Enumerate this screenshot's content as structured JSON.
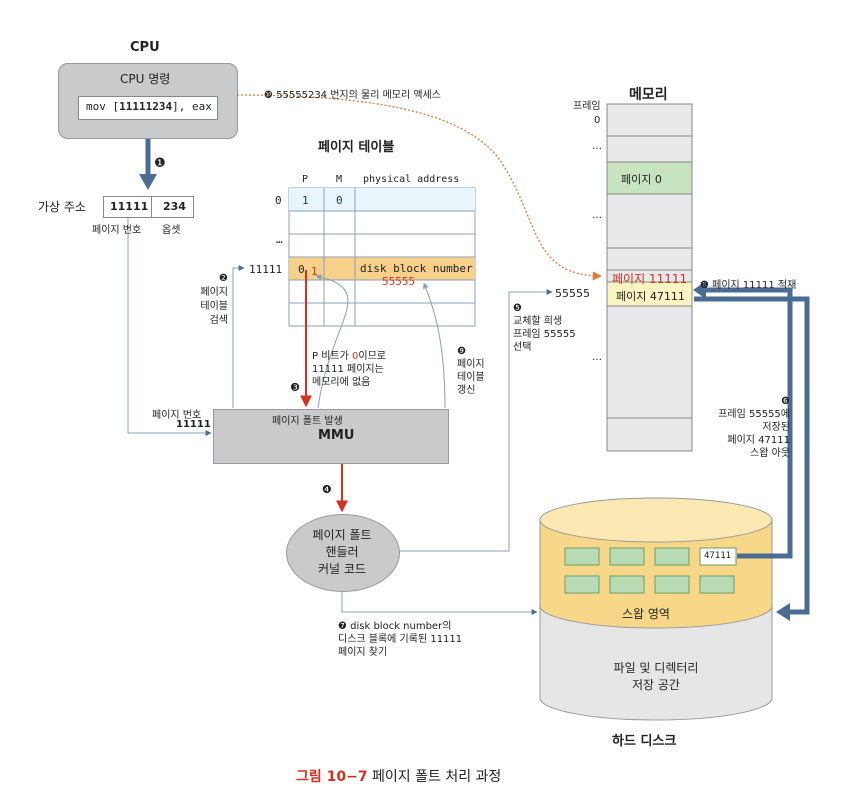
{
  "cpu": {
    "title": "CPU",
    "box_label": "CPU 명령",
    "instruction_prefix": "mov [",
    "instruction_addr": "11111234",
    "instruction_suffix": "], eax"
  },
  "virtual_address": {
    "label": "가상 주소",
    "page_number": "11111",
    "offset": "234",
    "page_label": "페이지 번호",
    "offset_label": "옵셋"
  },
  "page_table": {
    "title": "페이지 테이블",
    "headers": [
      "P",
      "M",
      "physical address"
    ],
    "row0_index": "0",
    "row0_p": "1",
    "row0_m": "0",
    "ellipsis": "…",
    "row_index": "11111",
    "row_p_old": "0",
    "row_p_new": "1",
    "disk_label": "disk block number",
    "new_frame": "55555"
  },
  "mmu": {
    "fault": "페이지 폴트 발생",
    "name": "MMU",
    "page_label": "페이지 번호",
    "page_value": "11111"
  },
  "handler": {
    "line1": "페이지 폴트",
    "line2": "핸들러",
    "line3": "커널 코드"
  },
  "memory": {
    "title": "메모리",
    "frame_label": "프레임",
    "frame0": "0",
    "page0": "페이지 0",
    "new_page": "페이지 11111",
    "old_page": "페이지 47111",
    "frame_value": "55555",
    "ellipsis": "…"
  },
  "disk": {
    "title": "하드 디스크",
    "swap": "스왑 영역",
    "swap_page": "47111",
    "files_line1": "파일 및 디렉터리",
    "files_line2": "저장 공간"
  },
  "steps": {
    "s1": "❶",
    "s2": [
      "❷",
      "페이지",
      "테이블",
      "검색"
    ],
    "s3": [
      "P 비트가 ",
      "0",
      "이므로",
      "11111 페이지는",
      "메모리에 없음"
    ],
    "s3_num": "❸",
    "s4": "❹",
    "s5": [
      "❺",
      "교체할 희생",
      "프레임 55555",
      "선택"
    ],
    "s6": [
      "❻",
      "프레임 55555에",
      "저장된",
      "페이지 47111",
      "스왑 아웃"
    ],
    "s7": [
      "❼ disk block number의",
      "디스크 블록에 기록된 11111",
      "페이지 찾기"
    ],
    "s8": "❽ 페이지 11111 적재",
    "s9": [
      "❾",
      "페이지",
      "테이블",
      "갱신"
    ],
    "s10": "❿ 55555234 번지의 물리 메모리 액세스"
  },
  "caption": {
    "label": "그림 10−7",
    "text": " 페이지 폴트 처리 과정"
  },
  "colors": {
    "box_gray": "#c9cacb",
    "arrow_blue": "#4a6b93",
    "red": "#d0321e",
    "orange_row": "#f7d08a",
    "green_cell": "#c7e3c0",
    "yellow_cell": "#fbf4c3",
    "swap_yellow": "#f6d888",
    "swap_cell": "#b9dbb4",
    "disk_gray": "#e6e6e6"
  }
}
